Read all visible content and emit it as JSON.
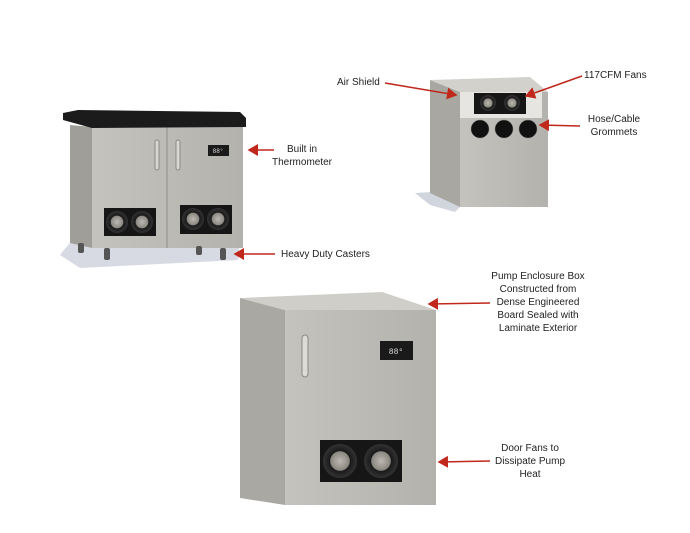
{
  "colors": {
    "arrow": "#c0281c",
    "panel_front": "#b9b8b3",
    "panel_side": "#a3a29d",
    "counter_top": "#1b1b1b",
    "fan_panel": "#161616"
  },
  "thermometer_display": "88°",
  "labels": {
    "air_shield": "Air Shield",
    "fans": "117CFM Fans",
    "grommets": [
      "Hose/Cable",
      "Grommets"
    ],
    "thermometer": [
      "Built in",
      "Thermometer"
    ],
    "casters": "Heavy Duty Casters",
    "enclosure": [
      "Pump Enclosure Box",
      "Constructed from",
      "Dense Engineered",
      "Board Sealed with",
      "Laminate Exterior"
    ],
    "door_fans": [
      "Door Fans to",
      "Dissipate Pump",
      "Heat"
    ]
  }
}
